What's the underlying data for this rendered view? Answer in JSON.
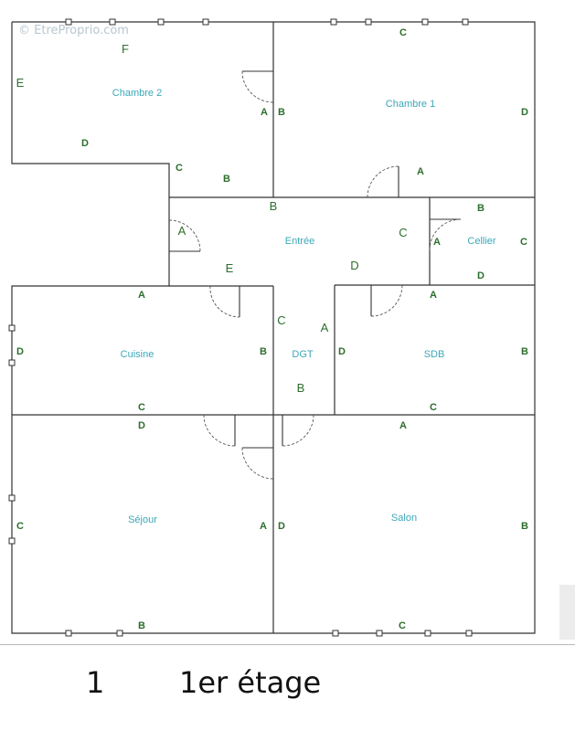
{
  "watermark": "© EtreProprio.com",
  "rooms": {
    "chambre2": "Chambre 2",
    "chambre1": "Chambre 1",
    "entree": "Entrée",
    "cellier": "Cellier",
    "cuisine": "Cuisine",
    "dgt": "DGT",
    "sdb": "SDB",
    "sejour": "Séjour",
    "salon": "Salon"
  },
  "wall_letters": {
    "ch2_top": "F",
    "ch2_left": "E",
    "ch2_right": "A",
    "ch2_bottom": "D",
    "ch2_step": "C",
    "ch2_step_bottom": "B",
    "ch1_top": "C",
    "ch1_left": "B",
    "ch1_right": "D",
    "ch1_bottom": "A",
    "ent_top": "B",
    "ent_door_left": "A",
    "ent_right": "C",
    "ent_bottom_left": "E",
    "ent_bottom_right": "D",
    "cel_top": "B",
    "cel_left": "A",
    "cel_right": "C",
    "cel_bottom": "D",
    "cui_top": "A",
    "cui_left": "D",
    "cui_right": "B",
    "cui_bottom": "C",
    "dgt_left": "C",
    "dgt_right": "A",
    "dgt_bottom": "B",
    "sdb_top": "A",
    "sdb_left": "D",
    "sdb_right": "B",
    "sdb_bottom": "C",
    "sej_top": "D",
    "sej_left": "C",
    "sej_right": "A",
    "sej_bottom": "B",
    "sal_top": "A",
    "sal_left": "D",
    "sal_right": "B",
    "sal_bottom": "C"
  },
  "footer": {
    "number": "1",
    "level": "1er étage"
  }
}
